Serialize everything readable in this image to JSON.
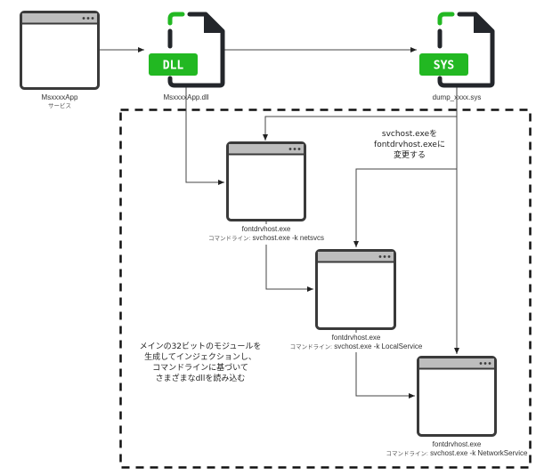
{
  "diagram": {
    "nodes": {
      "app": {
        "name": "MsxxxxApp",
        "subtitle": "サービス",
        "icon": "app-window-icon"
      },
      "dll": {
        "badge": "DLL",
        "name": "MsxxxxApp.dll",
        "icon": "dll-file-icon"
      },
      "sys": {
        "badge": "SYS",
        "name": "dump_xxxx.sys",
        "icon": "sys-file-icon"
      },
      "host1": {
        "name": "fontdrvhost.exe",
        "cmd_prefix": "コマンドライン:",
        "cmd": "svchost.exe -k netsvcs",
        "icon": "app-window-icon"
      },
      "host2": {
        "name": "fontdrvhost.exe",
        "cmd_prefix": "コマンドライン:",
        "cmd": "svchost.exe -k LocalService",
        "icon": "app-window-icon"
      },
      "host3": {
        "name": "fontdrvhost.exe",
        "cmd_prefix": "コマンドライン:",
        "cmd": "svchost.exe -k NetworkService",
        "icon": "app-window-icon"
      }
    },
    "notes": {
      "rename": [
        "svchost.exeを",
        "fontdrvhost.exeに",
        "変更する"
      ],
      "inject": [
        "メインの32ビットのモジュールを",
        "生成してインジェクションし、",
        "コマンドラインに基づいて",
        "さまざまなdllを読み込む"
      ]
    },
    "edges": [
      {
        "from": "app",
        "to": "dll"
      },
      {
        "from": "dll",
        "to": "sys"
      },
      {
        "from": "dll",
        "to": "host1"
      },
      {
        "from": "sys",
        "to": "host1"
      },
      {
        "from": "sys",
        "to": "host2"
      },
      {
        "from": "sys",
        "to": "host3"
      },
      {
        "from": "host1",
        "to": "host2"
      },
      {
        "from": "host2",
        "to": "host3"
      }
    ],
    "colors": {
      "badge_green": "#22b822",
      "file_dark": "#23262b",
      "window_border": "#3a3a3a",
      "titlebar": "#bdbdbd",
      "line": "#444444"
    }
  }
}
